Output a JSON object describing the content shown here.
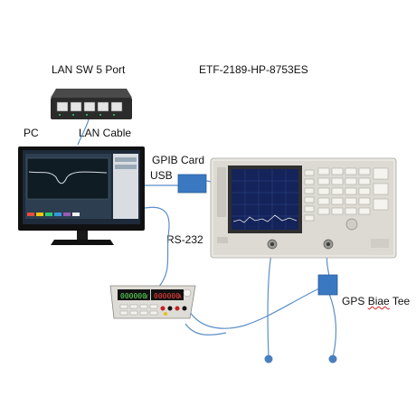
{
  "labels": {
    "lan_switch": "LAN SW 5 Port",
    "device_title": "ETF-2189-HP-8753ES",
    "pc": "PC",
    "lan_cable": "LAN Cable",
    "gpib_card": "GPIB Card",
    "usb": "USB",
    "rs232": "RS-232",
    "gps_bias_tee_prefix": "GPS ",
    "gps_bias_tee_misspelled": "Biae",
    "gps_bias_tee_suffix": " Tee"
  },
  "psu_display": {
    "left_readout": "000000",
    "left_unit": "V",
    "right_readout": "000000",
    "right_unit": "A"
  },
  "colors": {
    "cable_blue": "#5b8fc7",
    "adapter_blue": "#3a78c2",
    "switch_body": "#2b2b2b",
    "monitor_screen": "#1e2a3a",
    "analyzer_body": "#e8e6e0",
    "analyzer_screen": "#14235a"
  }
}
